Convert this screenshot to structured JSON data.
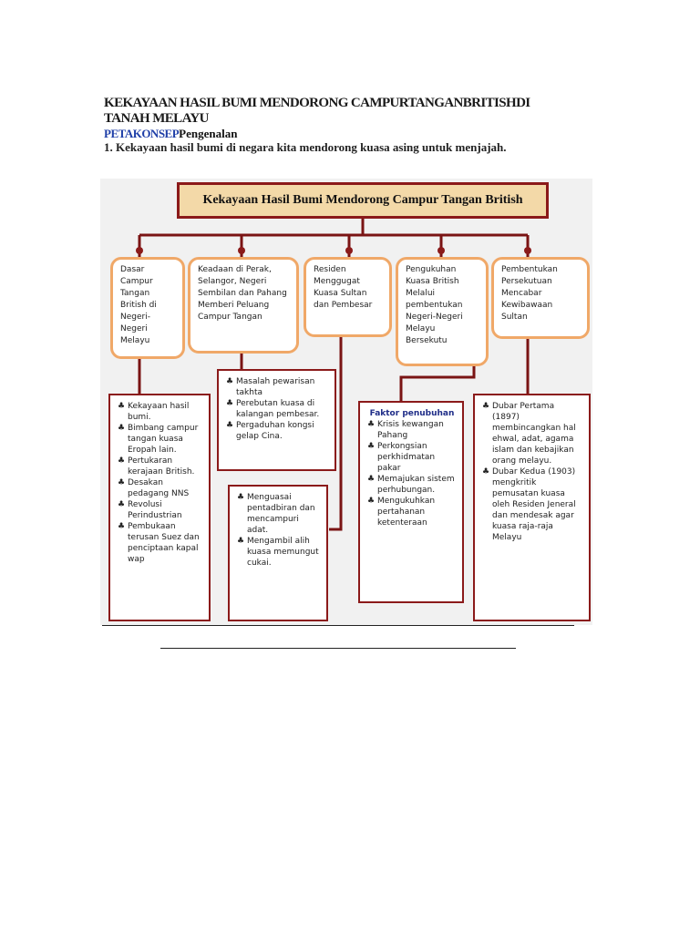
{
  "heading": "KEKAYAAN HASIL BUMI MENDORONG CAMPURTANGANBRITISHDI TANAH MELAYU",
  "subhead": {
    "link": "PETAKONSEP",
    "text": "Pengenalan"
  },
  "intro": "1. Kekayaan hasil bumi di negara kita mendorong kuasa asing untuk menjajah.",
  "diagram": {
    "title": "Kekayaan Hasil Bumi Mendorong Campur Tangan British",
    "bullet_icon": "club-icon",
    "colors": {
      "title_border": "#8b1a1a",
      "title_fill": "#f3d9a8",
      "box_border": "#f0a868",
      "faktor_text": "#1f2d88"
    },
    "boxes": [
      "Dasar Campur Tangan British di Negeri-Negeri Melayu",
      "Keadaan di Perak, Selangor, Negeri Sembilan dan Pahang Memberi Peluang Campur Tangan",
      "Residen Menggugat Kuasa Sultan dan Pembesar",
      "Pengukuhan Kuasa British Melalui pembentukan Negeri-Negeri Melayu Bersekutu",
      "Pembentukan Persekutuan Mencabar Kewibawaan Sultan"
    ],
    "details": {
      "dasar": [
        "Kekayaan hasil bumi.",
        "Bimbang campur tangan kuasa Eropah lain.",
        "Pertukaran kerajaan British.",
        "Desakan pedagang NNS",
        "Revolusi Perindustrian",
        "Pembukaan terusan Suez dan penciptaan kapal wap"
      ],
      "keadaan": [
        "Masalah pewarisan takhta",
        "Perebutan kuasa di kalangan pembesar.",
        "Pergaduhan kongsi gelap Cina."
      ],
      "residen": [
        "Menguasai pentadbiran dan mencampuri adat.",
        "Mengambil alih kuasa memungut cukai."
      ],
      "pengukuhan_heading": "Faktor penubuhan",
      "pengukuhan": [
        "Krisis kewangan Pahang",
        "Perkongsian perkhidmatan pakar",
        "Memajukan sistem perhubungan.",
        "Mengukuhkan pertahanan ketenteraan"
      ],
      "pembentukan": [
        "Dubar Pertama (1897) membincangkan hal ehwal, adat, agama islam dan kebajikan orang melayu.",
        "Dubar Kedua (1903) mengkritik pemusatan kuasa oleh Residen Jeneral dan mendesak agar kuasa raja-raja Melayu"
      ]
    }
  }
}
